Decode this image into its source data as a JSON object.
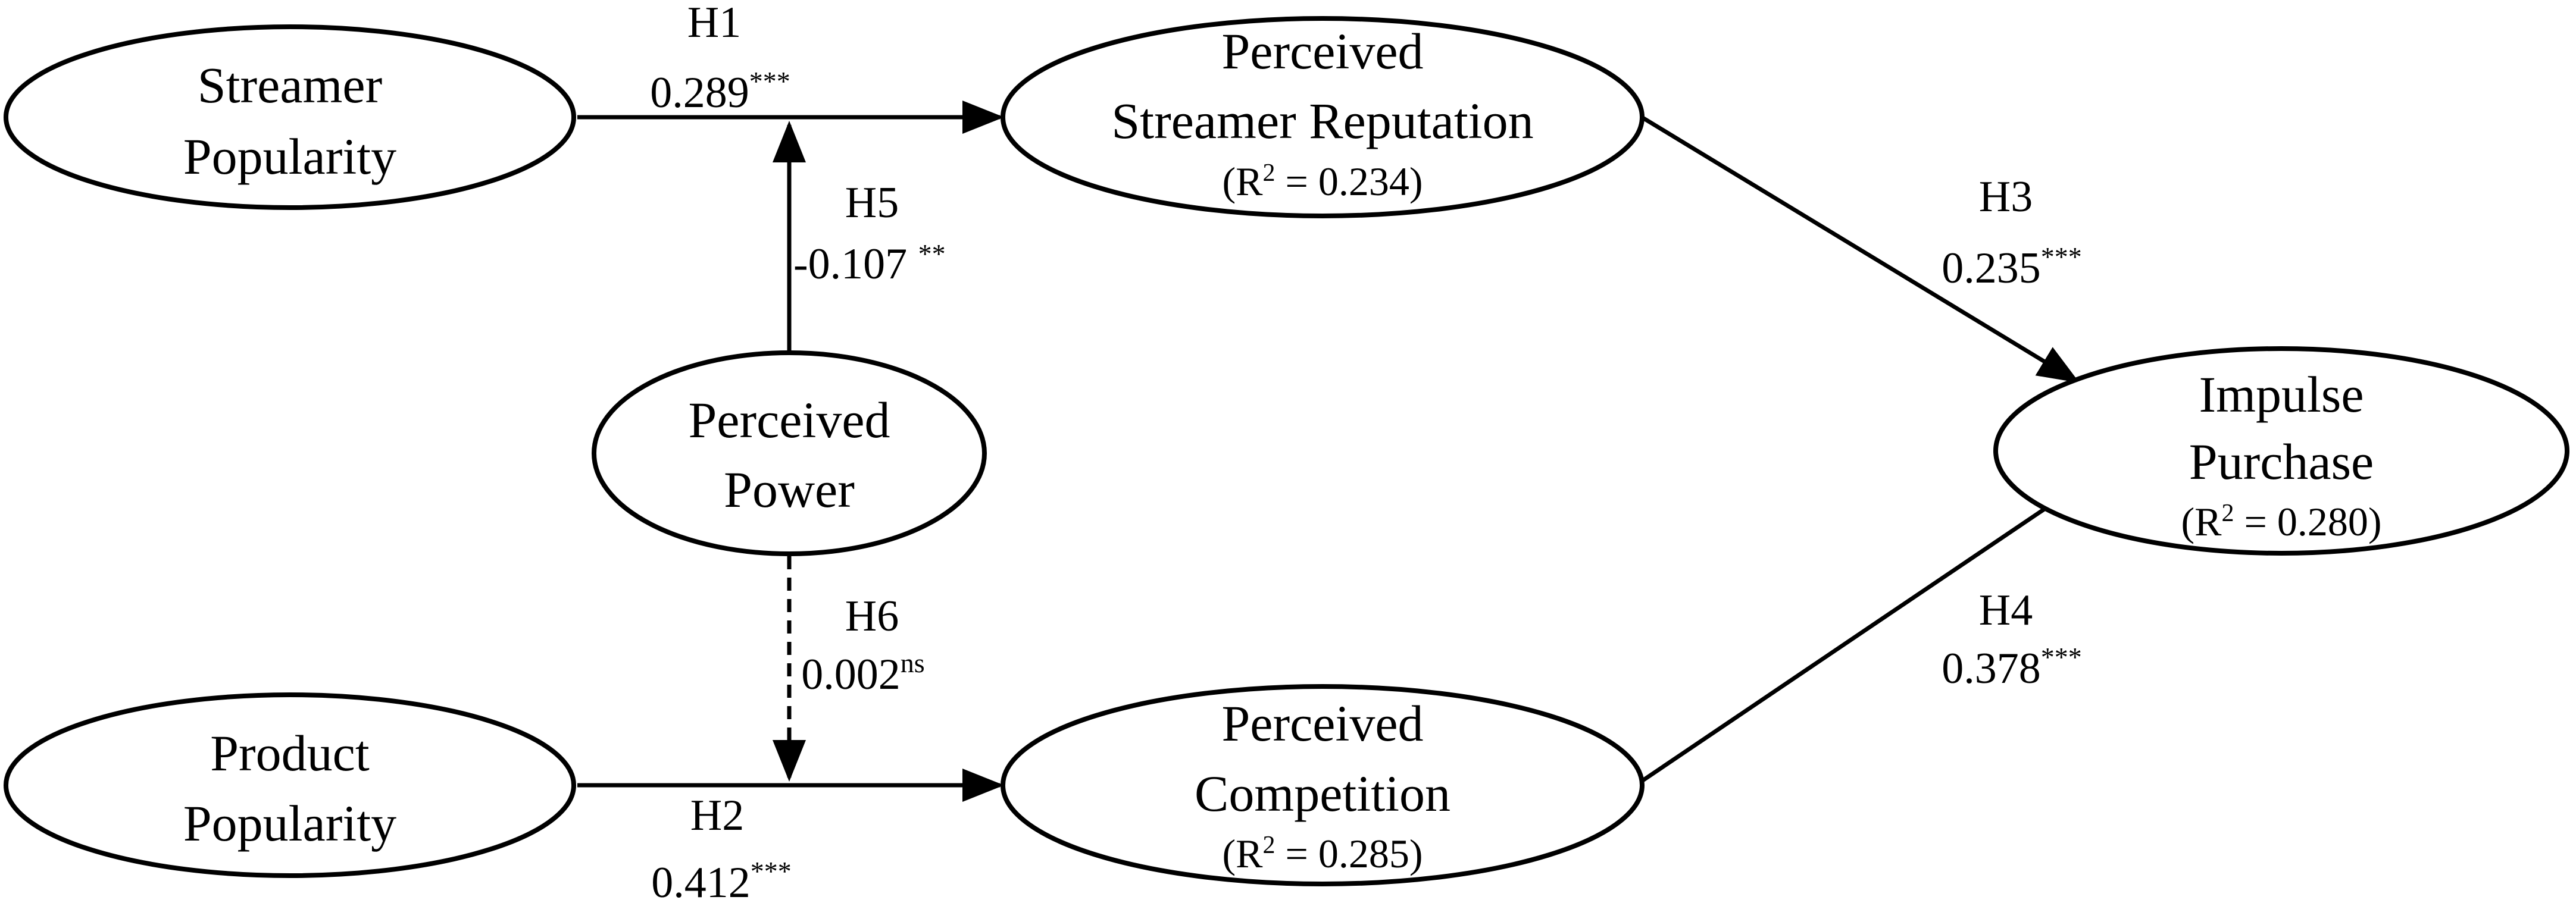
{
  "nodes": {
    "streamer_popularity": {
      "lines": [
        "Streamer",
        "Popularity"
      ]
    },
    "product_popularity": {
      "lines": [
        "Product",
        "Popularity"
      ]
    },
    "perceived_power": {
      "lines": [
        "Perceived",
        "Power"
      ]
    },
    "perceived_streamer_reputation": {
      "lines": [
        "Perceived",
        "Streamer Reputation"
      ],
      "r2": "0.234"
    },
    "perceived_competition": {
      "lines": [
        "Perceived",
        "Competition"
      ],
      "r2": "0.285"
    },
    "impulse_purchase": {
      "lines": [
        "Impulse",
        "Purchase"
      ],
      "r2": "0.280"
    }
  },
  "r2": {
    "prefix": "(R",
    "sup": "2",
    "infix": " = ",
    "suffix": ")"
  },
  "paths": {
    "h1": {
      "label": "H1",
      "coef": "0.289",
      "sig": "***"
    },
    "h2": {
      "label": "H2",
      "coef": "0.412",
      "sig": "***"
    },
    "h3": {
      "label": "H3",
      "coef": "0.235",
      "sig": "***"
    },
    "h4": {
      "label": "H4",
      "coef": "0.378",
      "sig": "***"
    },
    "h5": {
      "label": "H5",
      "coef": "-0.107 ",
      "sig": "**"
    },
    "h6": {
      "label": "H6",
      "coef": "0.002",
      "sig": "ns"
    }
  },
  "colors": {
    "stroke": "#000000",
    "background": "#ffffff"
  }
}
